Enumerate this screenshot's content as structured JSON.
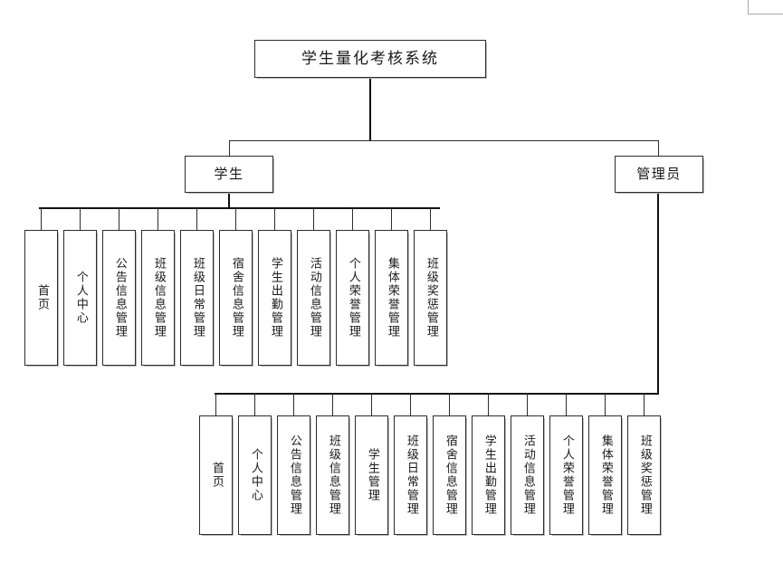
{
  "diagram": {
    "type": "tree",
    "title": "学生量化考核系统",
    "orientation": "top-down",
    "levels": 3,
    "root": {
      "label": "学生量化考核系统"
    },
    "actors": [
      {
        "label": "学生"
      },
      {
        "label": "管理员"
      }
    ],
    "student_modules": [
      {
        "label": "首页"
      },
      {
        "label": "个人中心"
      },
      {
        "label": "公告信息管理"
      },
      {
        "label": "班级信息管理"
      },
      {
        "label": "班级日常管理"
      },
      {
        "label": "宿舍信息管理"
      },
      {
        "label": "学生出勤管理"
      },
      {
        "label": "活动信息管理"
      },
      {
        "label": "个人荣誉管理"
      },
      {
        "label": "集体荣誉管理"
      },
      {
        "label": "班级奖惩管理"
      }
    ],
    "admin_modules": [
      {
        "label": "首页"
      },
      {
        "label": "个人中心"
      },
      {
        "label": "公告信息管理"
      },
      {
        "label": "班级信息管理"
      },
      {
        "label": "学生管理"
      },
      {
        "label": "班级日常管理"
      },
      {
        "label": "宿舍信息管理"
      },
      {
        "label": "学生出勤管理"
      },
      {
        "label": "活动信息管理"
      },
      {
        "label": "个人荣誉管理"
      },
      {
        "label": "集体荣誉管理"
      },
      {
        "label": "班级奖惩管理"
      }
    ],
    "colors": {
      "background": "#ffffff",
      "box_border": "#2c2c2c",
      "box_fill": "#ffffff",
      "connector": "#2c2c2c",
      "text": "#1a1a1a",
      "page_edge": "#a8a8a8"
    }
  }
}
